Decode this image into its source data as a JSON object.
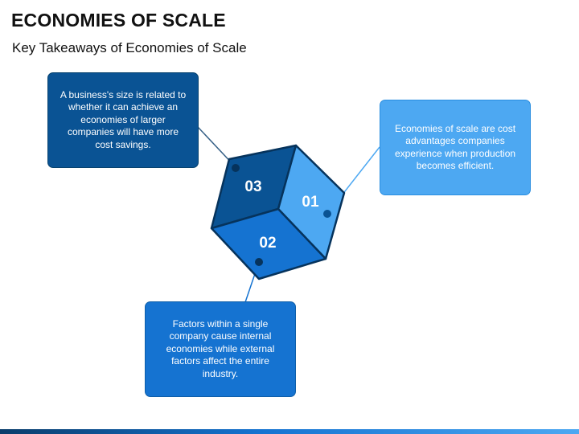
{
  "header": {
    "title": "ECONOMIES OF SCALE",
    "subtitle": "Key Takeaways of Economies of Scale"
  },
  "cube": {
    "faces": [
      {
        "number": "01",
        "color": "#4da8f2"
      },
      {
        "number": "02",
        "color": "#1573d1"
      },
      {
        "number": "03",
        "color": "#0a5394"
      }
    ]
  },
  "callouts": {
    "c01": {
      "text": "Economies of scale are cost advantages companies experience when production becomes efficient.",
      "color": "#4da8f2"
    },
    "c02": {
      "text": "Factors within a single company cause internal economies while external factors affect the entire industry.",
      "color": "#1573d1"
    },
    "c03": {
      "text": "A business's size is related to whether it can achieve an economies of larger companies will have more cost savings.",
      "color": "#0a5394"
    }
  },
  "colors": {
    "connector_line": "#5a8fb8",
    "edge_dark": "#06335c"
  }
}
